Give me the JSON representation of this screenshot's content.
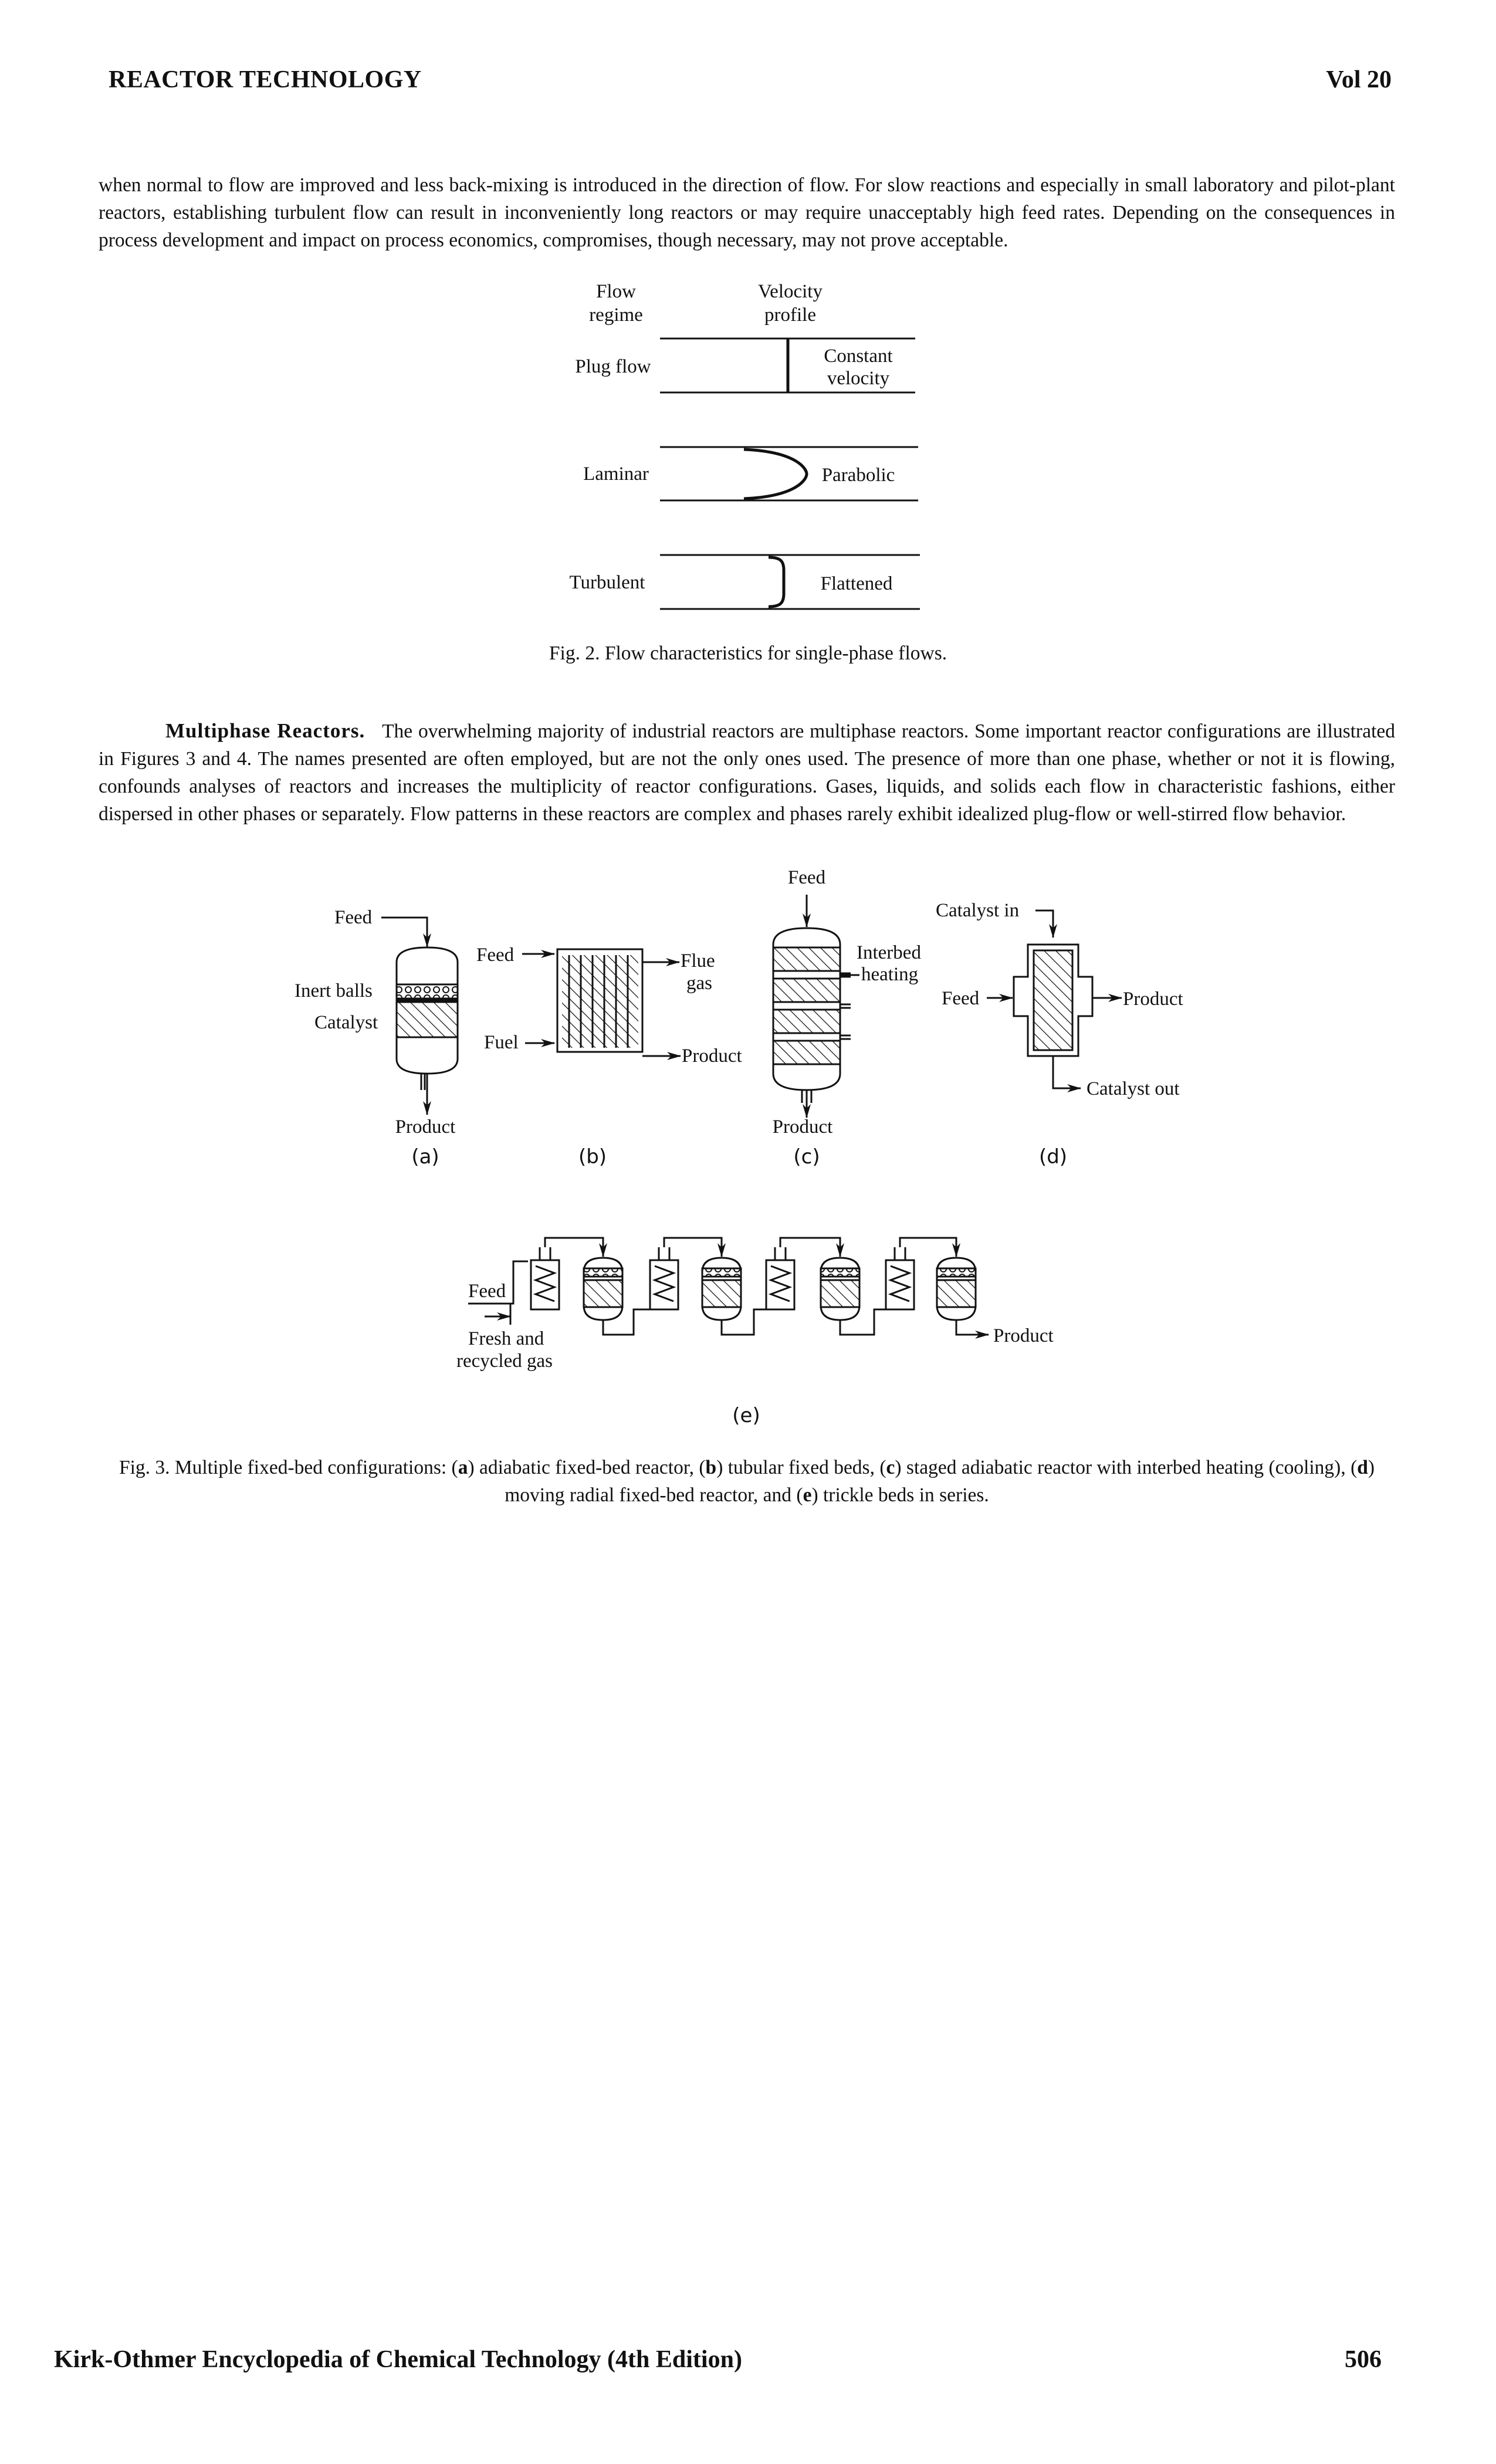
{
  "header": {
    "section": "REACTOR TECHNOLOGY",
    "volume": "Vol 20"
  },
  "paragraph1": "when normal to flow are improved and less back-mixing is introduced in the direction of flow. For slow reactions and especially in small laboratory and pilot-plant reactors, establishing turbulent flow can result in inconveniently long reactors or may require unacceptably high feed rates. Depending on the consequences in process development and impact on process economics, compromises, though necessary, may not prove acceptable.",
  "figure2": {
    "col_regime": [
      "Flow",
      "regime"
    ],
    "col_profile": [
      "Velocity",
      "profile"
    ],
    "rows": [
      {
        "regime": "Plug flow",
        "profile": [
          "Constant",
          "velocity"
        ]
      },
      {
        "regime": "Laminar",
        "profile": [
          "Parabolic"
        ]
      },
      {
        "regime": "Turbulent",
        "profile": [
          "Flattened"
        ]
      }
    ],
    "caption": "Fig. 2. Flow characteristics for single-phase flows."
  },
  "paragraph2": {
    "heading": "Multiphase Reactors.",
    "text": "The overwhelming majority of industrial reactors are multiphase reactors. Some important reactor configurations are illustrated in Figures 3 and 4. The names presented are often employed, but are not the only ones used. The presence of more than one phase, whether or not it is flowing, confounds analyses of reactors and increases the multiplicity of reactor configurations. Gases, liquids, and solids each flow in characteristic fashions, either dispersed in other phases or separately. Flow patterns in these reactors are complex and phases rarely exhibit idealized plug-flow or well-stirred flow behavior."
  },
  "figure3": {
    "a": {
      "feed": "Feed",
      "inert_balls": "Inert balls",
      "catalyst": "Catalyst",
      "product": "Product",
      "label": "(a)"
    },
    "b": {
      "feed": "Feed",
      "fuel": "Fuel",
      "flue_gas": [
        "Flue",
        "gas"
      ],
      "product": "Product",
      "label": "(b)"
    },
    "c": {
      "feed": "Feed",
      "interbed_heating": [
        "Interbed",
        "heating"
      ],
      "product": "Product",
      "label": "(c)"
    },
    "d": {
      "catalyst_in": "Catalyst in",
      "feed": "Feed",
      "product": "Product",
      "catalyst_out": "Catalyst out",
      "label": "(d)"
    },
    "e": {
      "feed": "Feed",
      "fresh_gas": [
        "Fresh and",
        "recycled gas"
      ],
      "product": "Product",
      "label": "(e)"
    },
    "caption_parts": {
      "lead": "Fig. 3. Multiple fixed-bed configurations: (",
      "a": "a",
      "a_text": ") adiabatic fixed-bed reactor, (",
      "b": "b",
      "b_text": ") tubular fixed beds, (",
      "c": "c",
      "c_text": ") staged adiabatic reactor with interbed heating (cooling), (",
      "d": "d",
      "d_text": ") moving radial fixed-bed reactor, and (",
      "e": "e",
      "e_text": ") trickle beds in series."
    }
  },
  "footer": {
    "title": "Kirk-Othmer Encyclopedia of Chemical Technology (4th Edition)",
    "page": "506"
  }
}
